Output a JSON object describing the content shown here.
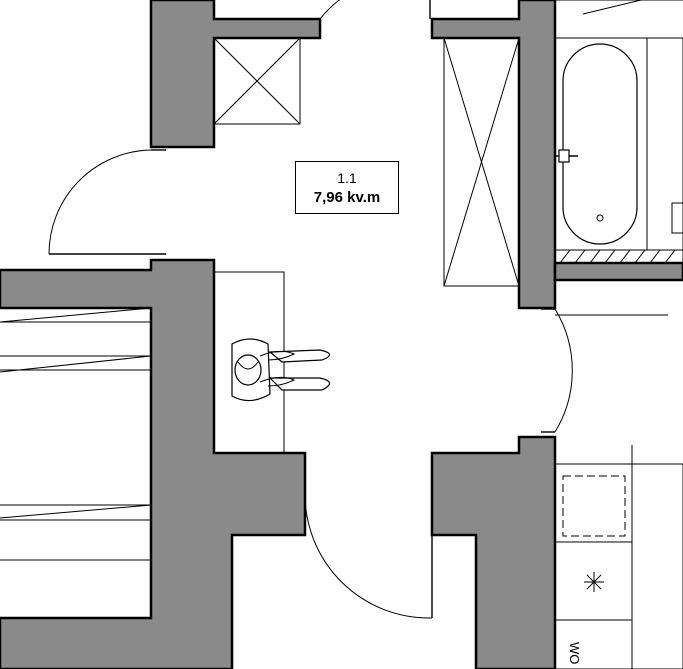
{
  "room": {
    "number": "1.1",
    "area": "7,96 kv.m"
  },
  "appliance_label": "WO",
  "colors": {
    "wall_fill": "#8a8a8a",
    "line": "#000000",
    "background": "#ffffff"
  },
  "icons": [
    "person-icon",
    "cooktop-burner-icon",
    "bathtub-icon",
    "wardrobe-icon"
  ]
}
